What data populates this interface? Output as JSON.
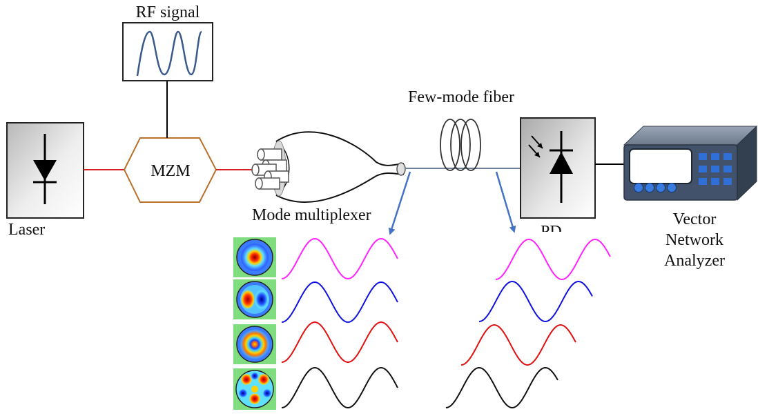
{
  "labels": {
    "rf_signal": "RF signal",
    "mzm": "MZM",
    "laser": "Laser",
    "mode_multiplexer": "Mode multiplexer",
    "few_mode_fiber": "Few-mode fiber",
    "pd": "PD",
    "vna_line1": "Vector",
    "vna_line2": "Network",
    "vna_line3": "Analyzer"
  },
  "colors": {
    "optical_link": "#d42020",
    "mzm_border": "#b8702a",
    "rf_wave": "#3a5a8c",
    "fiber": "#4a6fa5",
    "arrow": "#4472c4",
    "vna_body": "#3f4f63",
    "vna_buttons": "#2f6fd6",
    "mode_panel": "#7fdc7f"
  },
  "modes": [
    {
      "mode": "LP01",
      "wave_color": "#ff22ff"
    },
    {
      "mode": "LP11",
      "wave_color": "#1010e0"
    },
    {
      "mode": "LP21",
      "wave_color": "#e01010"
    },
    {
      "mode": "LP02",
      "wave_color": "#111111"
    }
  ],
  "icons": [
    "laser-diode-icon",
    "photodiode-icon",
    "fiber-coil-icon",
    "vector-network-analyzer-icon"
  ]
}
